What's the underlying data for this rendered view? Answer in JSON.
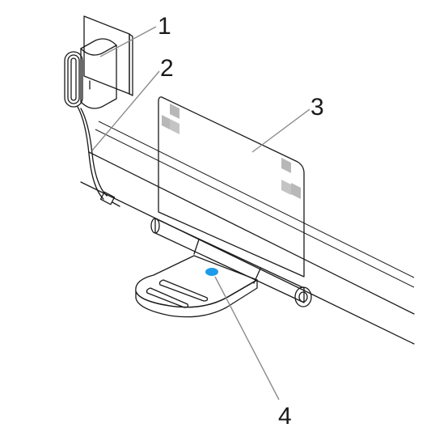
{
  "callouts": [
    {
      "label": "1"
    },
    {
      "label": "2"
    },
    {
      "label": "3"
    },
    {
      "label": "4"
    }
  ],
  "colors": {
    "line": "#1a1a1a",
    "leader": "#8c8c8c",
    "surface_light": "#f2f2f2",
    "surface_mid": "#d9d9d9",
    "surface_dark": "#b5b5b5",
    "marker_squares": "#a8a8a8",
    "indicator": "#1e9be8"
  },
  "icons": [
    "power-adapter-icon",
    "cable-icon",
    "transparent-panel-icon",
    "mount-base-icon",
    "indicator-light-icon"
  ]
}
